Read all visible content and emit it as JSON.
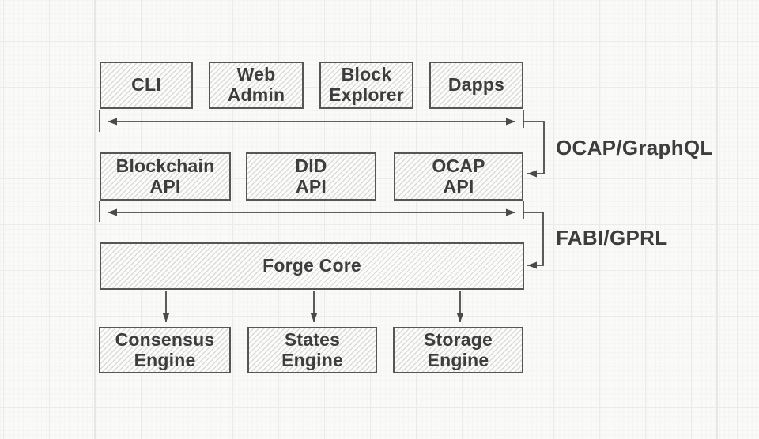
{
  "diagram": {
    "boxes": [
      {
        "id": "cli",
        "label": "CLI"
      },
      {
        "id": "web-admin",
        "label": "Web\nAdmin"
      },
      {
        "id": "block-explorer",
        "label": "Block\nExplorer"
      },
      {
        "id": "dapps",
        "label": "Dapps"
      },
      {
        "id": "blockchain-api",
        "label": "Blockchain\nAPI"
      },
      {
        "id": "did-api",
        "label": "DID\nAPI"
      },
      {
        "id": "ocap-api",
        "label": "OCAP\nAPI"
      },
      {
        "id": "forge-core",
        "label": "Forge Core"
      },
      {
        "id": "consensus-engine",
        "label": "Consensus\nEngine"
      },
      {
        "id": "states-engine",
        "label": "States\nEngine"
      },
      {
        "id": "storage-engine",
        "label": "Storage\nEngine"
      }
    ],
    "side_labels": [
      {
        "id": "ocap-graphql",
        "label": "OCAP/GraphQL"
      },
      {
        "id": "fabi-gprl",
        "label": "FABI/GPRL"
      }
    ],
    "colors": {
      "background": "#fafaf8",
      "grid_minor": "#f4f4f2",
      "grid_major": "#ebebe9",
      "box_border": "#565656",
      "box_hatch": "#dadad8",
      "wire": "#4a4a4a",
      "text": "#3d3d3d"
    }
  }
}
